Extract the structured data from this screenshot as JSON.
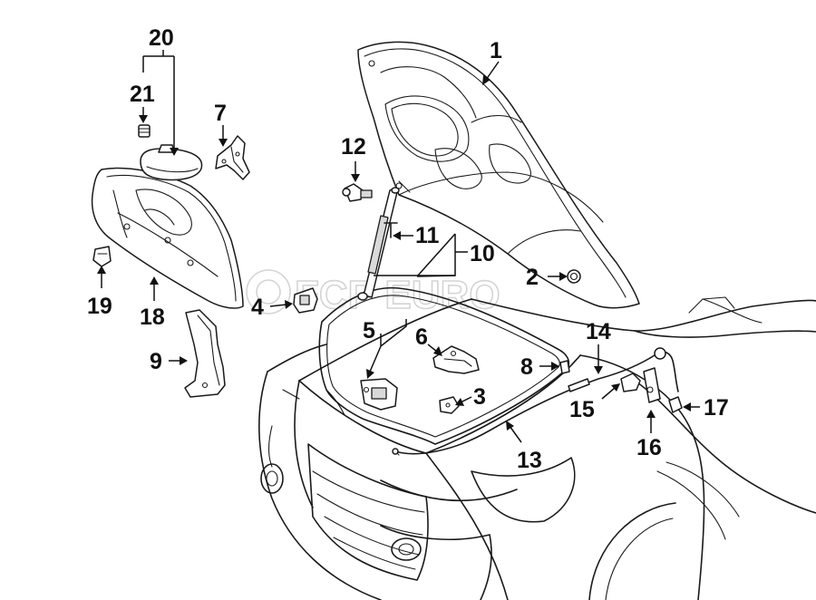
{
  "watermark": {
    "text": "FCP EURO",
    "kind": "logo"
  },
  "callouts": [
    {
      "label": "1",
      "part": "hood-panel"
    },
    {
      "label": "2",
      "part": "bumper-stop"
    },
    {
      "label": "3",
      "part": "latch-bracket"
    },
    {
      "label": "4",
      "part": "hinge-bracket"
    },
    {
      "label": "5",
      "part": "hood-latch"
    },
    {
      "label": "6",
      "part": "safety-catch"
    },
    {
      "label": "7",
      "part": "hood-hinge"
    },
    {
      "label": "8",
      "part": "seal-clip"
    },
    {
      "label": "9",
      "part": "side-bracket"
    },
    {
      "label": "10",
      "part": "support-strut-assembly"
    },
    {
      "label": "11",
      "part": "strut-clip"
    },
    {
      "label": "12",
      "part": "ball-stud"
    },
    {
      "label": "13",
      "part": "release-cable"
    },
    {
      "label": "14",
      "part": "cable-sleeve"
    },
    {
      "label": "15",
      "part": "cable-guide"
    },
    {
      "label": "16",
      "part": "release-handle"
    },
    {
      "label": "17",
      "part": "handle-clip"
    },
    {
      "label": "18",
      "part": "insulator-pad"
    },
    {
      "label": "19",
      "part": "insulator-retainer"
    },
    {
      "label": "20",
      "part": "washer-reservoir-assembly"
    },
    {
      "label": "21",
      "part": "washer-nozzle"
    }
  ]
}
